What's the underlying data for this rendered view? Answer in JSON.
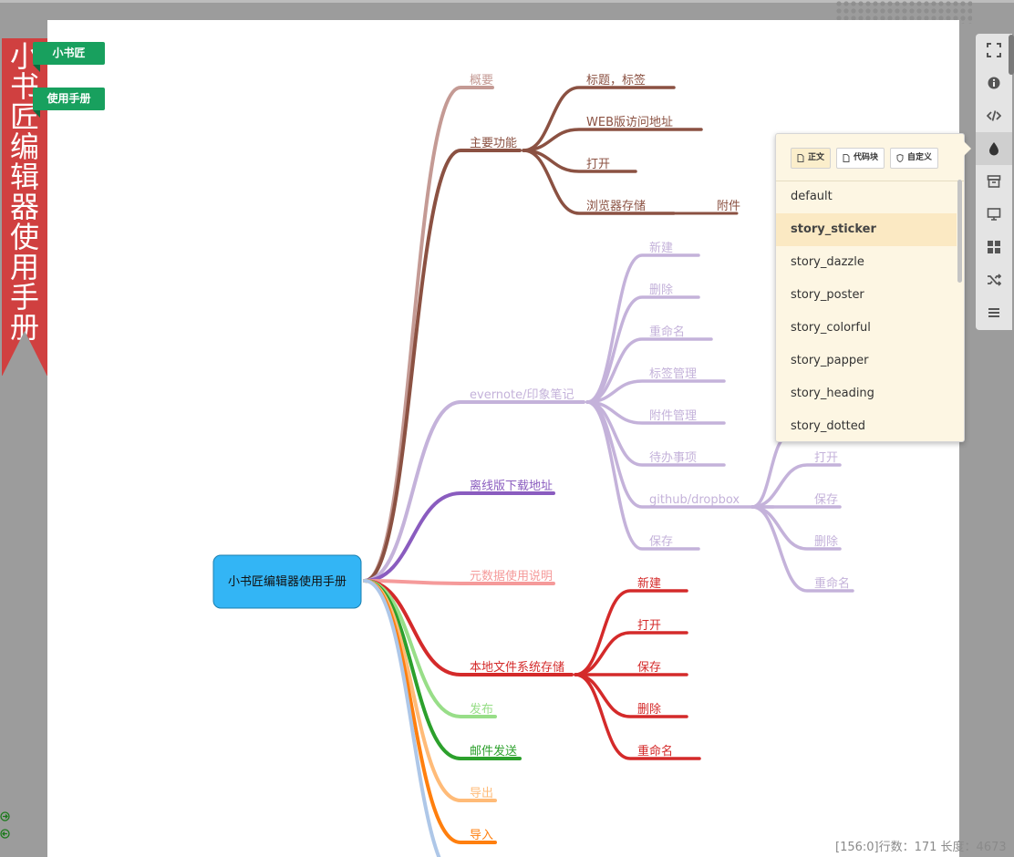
{
  "ribbon": {
    "text": "小书匠编辑器使用手册",
    "color": "#d04040"
  },
  "tags": [
    {
      "label": "小书匠"
    },
    {
      "label": "使用手册"
    }
  ],
  "toolbar": {
    "buttons": [
      {
        "name": "fullscreen-icon",
        "active": false
      },
      {
        "name": "info-icon",
        "active": false
      },
      {
        "name": "code-icon",
        "active": false
      },
      {
        "name": "theme-drop-icon",
        "active": true
      },
      {
        "name": "archive-icon",
        "active": false
      },
      {
        "name": "monitor-icon",
        "active": false
      },
      {
        "name": "grid-icon",
        "active": false
      },
      {
        "name": "shuffle-icon",
        "active": false
      },
      {
        "name": "menu-icon",
        "active": false
      }
    ]
  },
  "theme_panel": {
    "tabs": [
      {
        "label": "正文",
        "active": true
      },
      {
        "label": "代码块",
        "active": false
      },
      {
        "label": "自定义",
        "active": false
      }
    ],
    "items": [
      "default",
      "story_sticker",
      "story_dazzle",
      "story_poster",
      "story_colorful",
      "story_papper",
      "story_heading",
      "story_dotted"
    ],
    "selected": "story_sticker"
  },
  "mindmap": {
    "root": "小书匠编辑器使用手册",
    "root_color": "#33b5f5",
    "branches": [
      {
        "label": "概要",
        "color": "#c49a94"
      },
      {
        "label": "主要功能",
        "color": "#8b5142",
        "children": [
          {
            "label": "标题，标签"
          },
          {
            "label": "WEB版访问地址"
          },
          {
            "label": "打开"
          },
          {
            "label": "浏览器存储",
            "children": [
              {
                "label": "附件"
              }
            ]
          }
        ]
      },
      {
        "label": "evernote/印象笔记",
        "color": "#c4b2da",
        "children": [
          {
            "label": "新建"
          },
          {
            "label": "删除"
          },
          {
            "label": "重命名"
          },
          {
            "label": "标签管理"
          },
          {
            "label": "附件管理"
          },
          {
            "label": "待办事项"
          },
          {
            "label": "github/dropbox",
            "children": [
              {
                "label": "打开"
              },
              {
                "label": "保存"
              },
              {
                "label": "删除"
              },
              {
                "label": "重命名"
              }
            ]
          },
          {
            "label": "保存"
          }
        ]
      },
      {
        "label": "离线版下载地址",
        "color": "#8a5cbf"
      },
      {
        "label": "元数据使用说明",
        "color": "#f59a9a"
      },
      {
        "label": "本地文件系统存储",
        "color": "#d42a2a",
        "children": [
          {
            "label": "新建"
          },
          {
            "label": "打开"
          },
          {
            "label": "保存"
          },
          {
            "label": "删除"
          },
          {
            "label": "重命名"
          }
        ]
      },
      {
        "label": "发布",
        "color": "#98de88"
      },
      {
        "label": "邮件发送",
        "color": "#2ca02c"
      },
      {
        "label": "导出",
        "color": "#ffbb78"
      },
      {
        "label": "导入",
        "color": "#ff7f0e"
      },
      {
        "label": "",
        "color": "#aec7e8"
      }
    ]
  },
  "status": {
    "text": "[156:0]行数：171 长度：4673"
  }
}
